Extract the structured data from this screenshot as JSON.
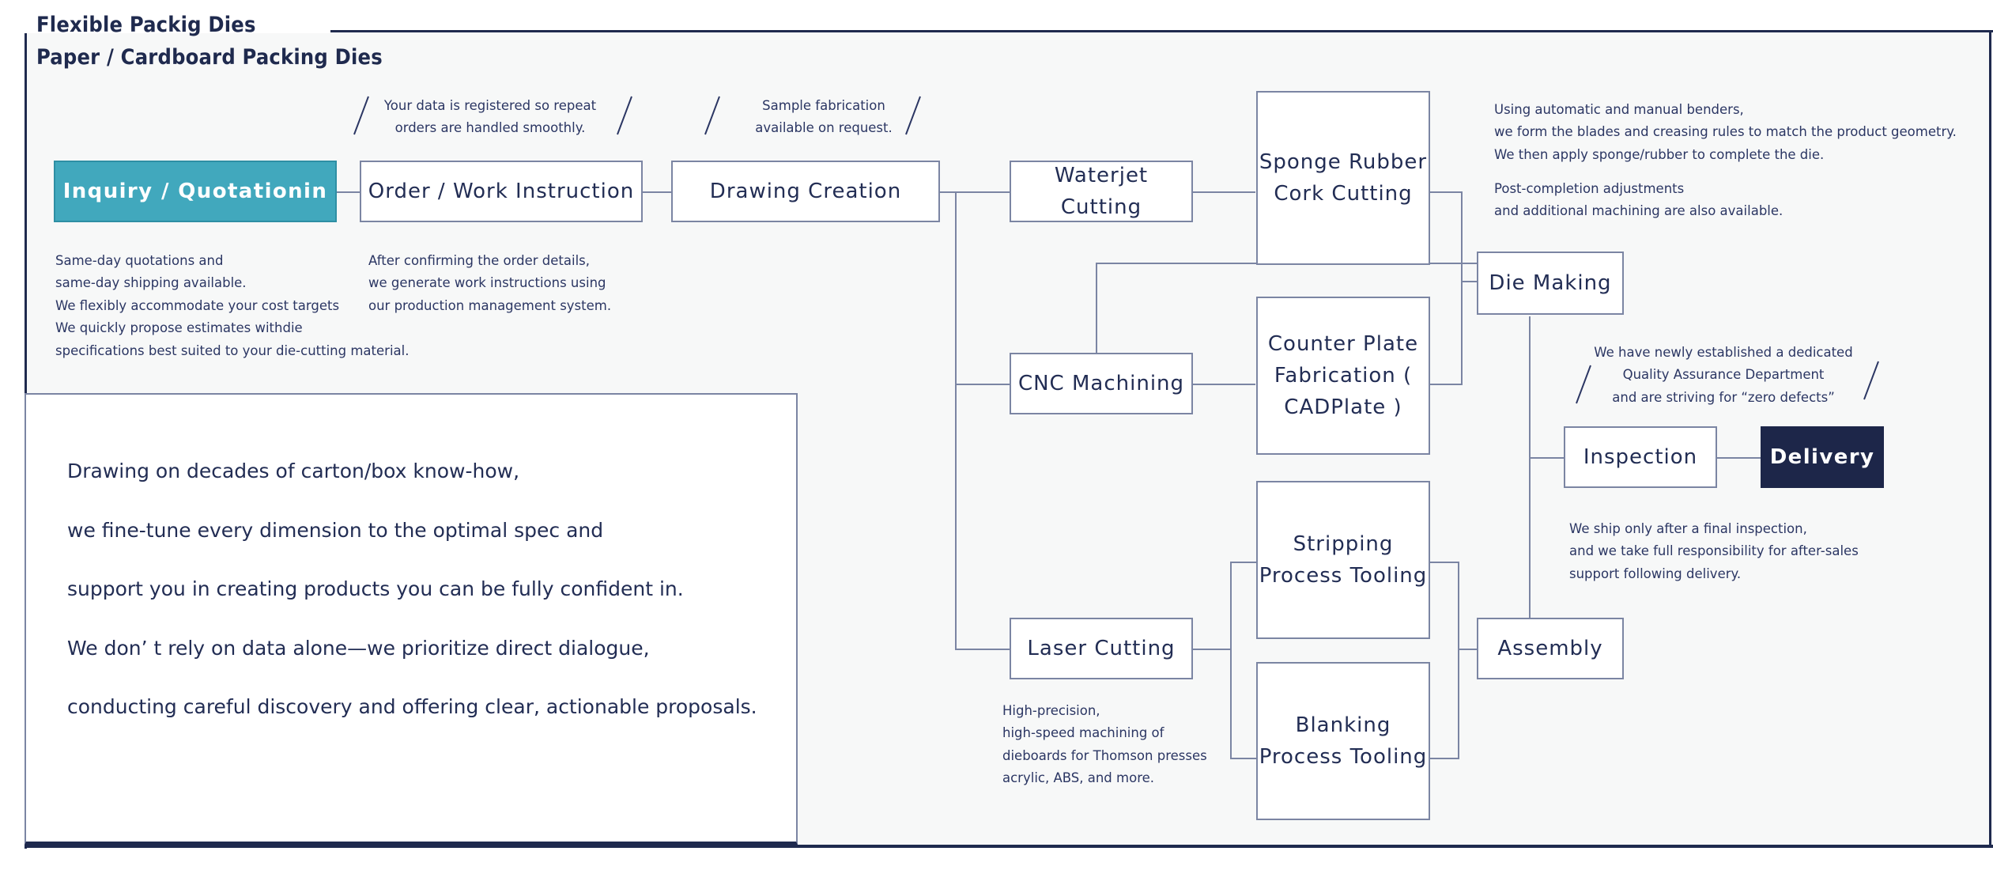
{
  "header": {
    "title_line1": "Flexible Packig Dies",
    "title_line2": "Paper / Cardboard Packing Dies"
  },
  "flow": {
    "nodes": {
      "inquiry": "Inquiry / Quotationin",
      "order": "Order / Work Instruction",
      "drawing": "Drawing Creation",
      "waterjet": "Waterjet Cutting",
      "sponge": "Sponge\nRubber\nCork\nCutting",
      "cnc": "CNC Machining",
      "counter_plate": "Counter Plate\nFabrication\n( CADPlate )",
      "laser": "Laser Cutting",
      "stripping": "Stripping\nProcess\nTooling",
      "blanking": "Blanking\nProcess\nTooling",
      "die_making": "Die Making",
      "assembly": "Assembly",
      "inspection": "Inspection",
      "delivery": "Delivery"
    }
  },
  "notes": {
    "repeat_orders": "Your data is registered so repeat\norders are handled smoothly.",
    "sample_fabrication": "Sample fabrication\navailable on request.",
    "inquiry_caption": "Same-day quotations and\nsame-day shipping available.\nWe flexibly accommodate your cost targets\nWe quickly propose estimates withdie\nspecifications best suited to your die-cutting material.",
    "order_caption": "After confirming the order details,\nwe generate work instructions using\nour production management system.",
    "die_making_caption_1": "Using automatic and manual benders,\nwe form the blades and creasing rules to match the product geometry.\nWe then apply sponge/rubber to complete the die.",
    "die_making_caption_2": "Post-completion adjustments\nand additional machining are also available.",
    "quality_assurance": "We have newly established a dedicated\nQuality Assurance Department\nand are striving for “zero defects”",
    "delivery_caption": "We ship only after a final inspection,\nand we take full responsibility for after-sales\nsupport following delivery.",
    "laser_caption": "High-precision,\nhigh-speed machining of\ndieboards for Thomson presses\nacrylic, ABS, and more."
  },
  "panel": {
    "body": "Drawing on decades of carton/box know-how,\nwe fine-tune every dimension to the optimal spec and\nsupport you in creating products you can be fully confident in.\nWe don’ t rely on data alone—we prioritize direct dialogue,\nconducting careful discovery and offering clear, actionable proposals."
  },
  "colors": {
    "accent_teal": "#41a8bd",
    "accent_navy": "#1d2649",
    "line": "#7b85a3",
    "text": "#222d54",
    "canvas": "#f7f8f8"
  }
}
